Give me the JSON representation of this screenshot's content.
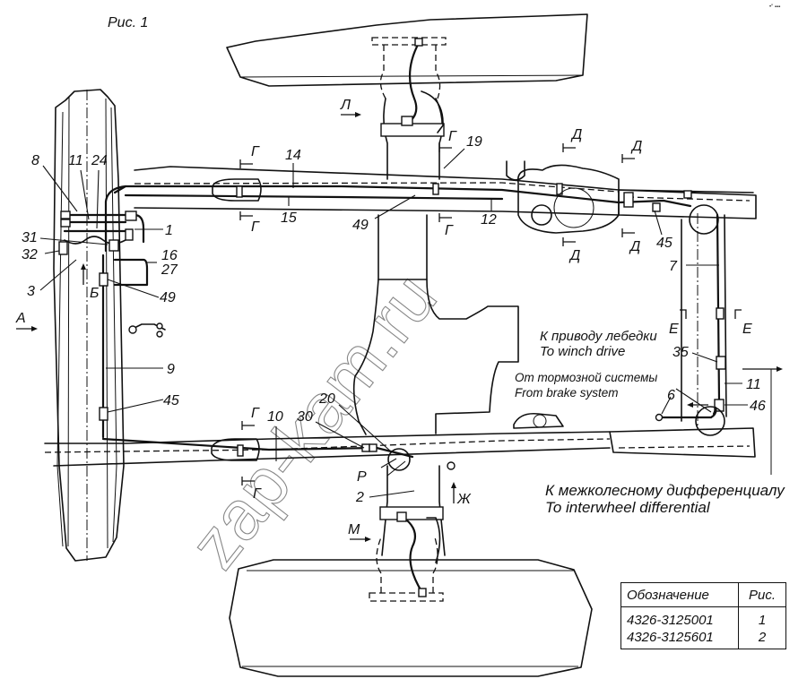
{
  "figure": {
    "title": "Рис. 1",
    "corner_mark": "•″ ▪▪▪"
  },
  "watermark": "zap-kam.ru",
  "callouts": {
    "c8": "8",
    "c11a": "11",
    "c24": "24",
    "c1": "1",
    "c31": "31",
    "c32": "32",
    "c3": "3",
    "c16": "16",
    "c27": "27",
    "c49a": "49",
    "c9": "9",
    "c45a": "45",
    "c14": "14",
    "c15": "15",
    "c19": "19",
    "c49b": "49",
    "c12": "12",
    "c45b": "45",
    "c7": "7",
    "c35": "35",
    "c11b": "11",
    "c46": "46",
    "c6": "6",
    "c20": "20",
    "c30": "30",
    "c10": "10",
    "c2": "2",
    "cP": "Р"
  },
  "section_marks": {
    "A": "А",
    "B": "Б",
    "L": "Л",
    "M": "М",
    "Zh": "Ж",
    "G": "Г",
    "D": "Д",
    "E": "Е"
  },
  "notes": {
    "winch_ru": "К приводу лебедки",
    "winch_en": "To winch drive",
    "brake_ru": "От тормозной системы",
    "brake_en": "From brake system",
    "diff_ru": "К межколесному дифференциалу",
    "diff_en": "To interwheel differential"
  },
  "spec_table": {
    "headers": [
      "Обозначение",
      "Рис."
    ],
    "rows": [
      {
        "designation": "4326-3125001",
        "figure": "1"
      },
      {
        "designation": "4326-3125601",
        "figure": "2"
      }
    ]
  }
}
